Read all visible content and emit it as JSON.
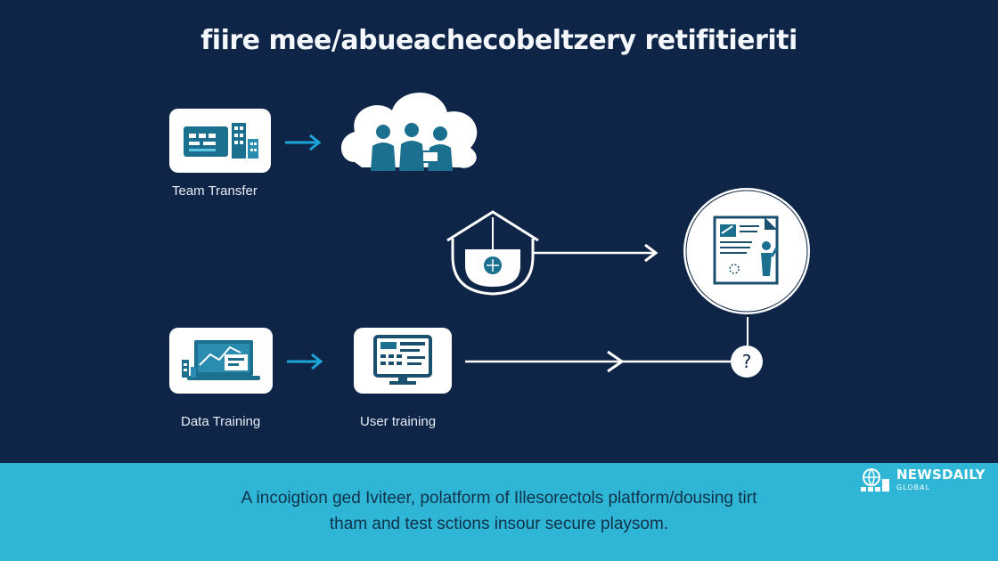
{
  "title": "fiire mee/abueachecobeltzery retifitieriti",
  "nodes": {
    "team_transfer": "Team Transfer",
    "data_training": "Data Training",
    "user_training": "User training",
    "question_mark": "?"
  },
  "caption": {
    "line1": "A incoigtion ged Iviteer, polatform of Illesorectols platform/dousing tirt",
    "line2": "tham and test sctions insour secure playsom."
  },
  "brand": {
    "name": "NEWSDAILY",
    "sub": "GLOBAL"
  },
  "colors": {
    "background": "#0f2547",
    "accent": "#1ba5d8",
    "icon_teal": "#1b6f8f",
    "band": "#2fb6d6"
  }
}
